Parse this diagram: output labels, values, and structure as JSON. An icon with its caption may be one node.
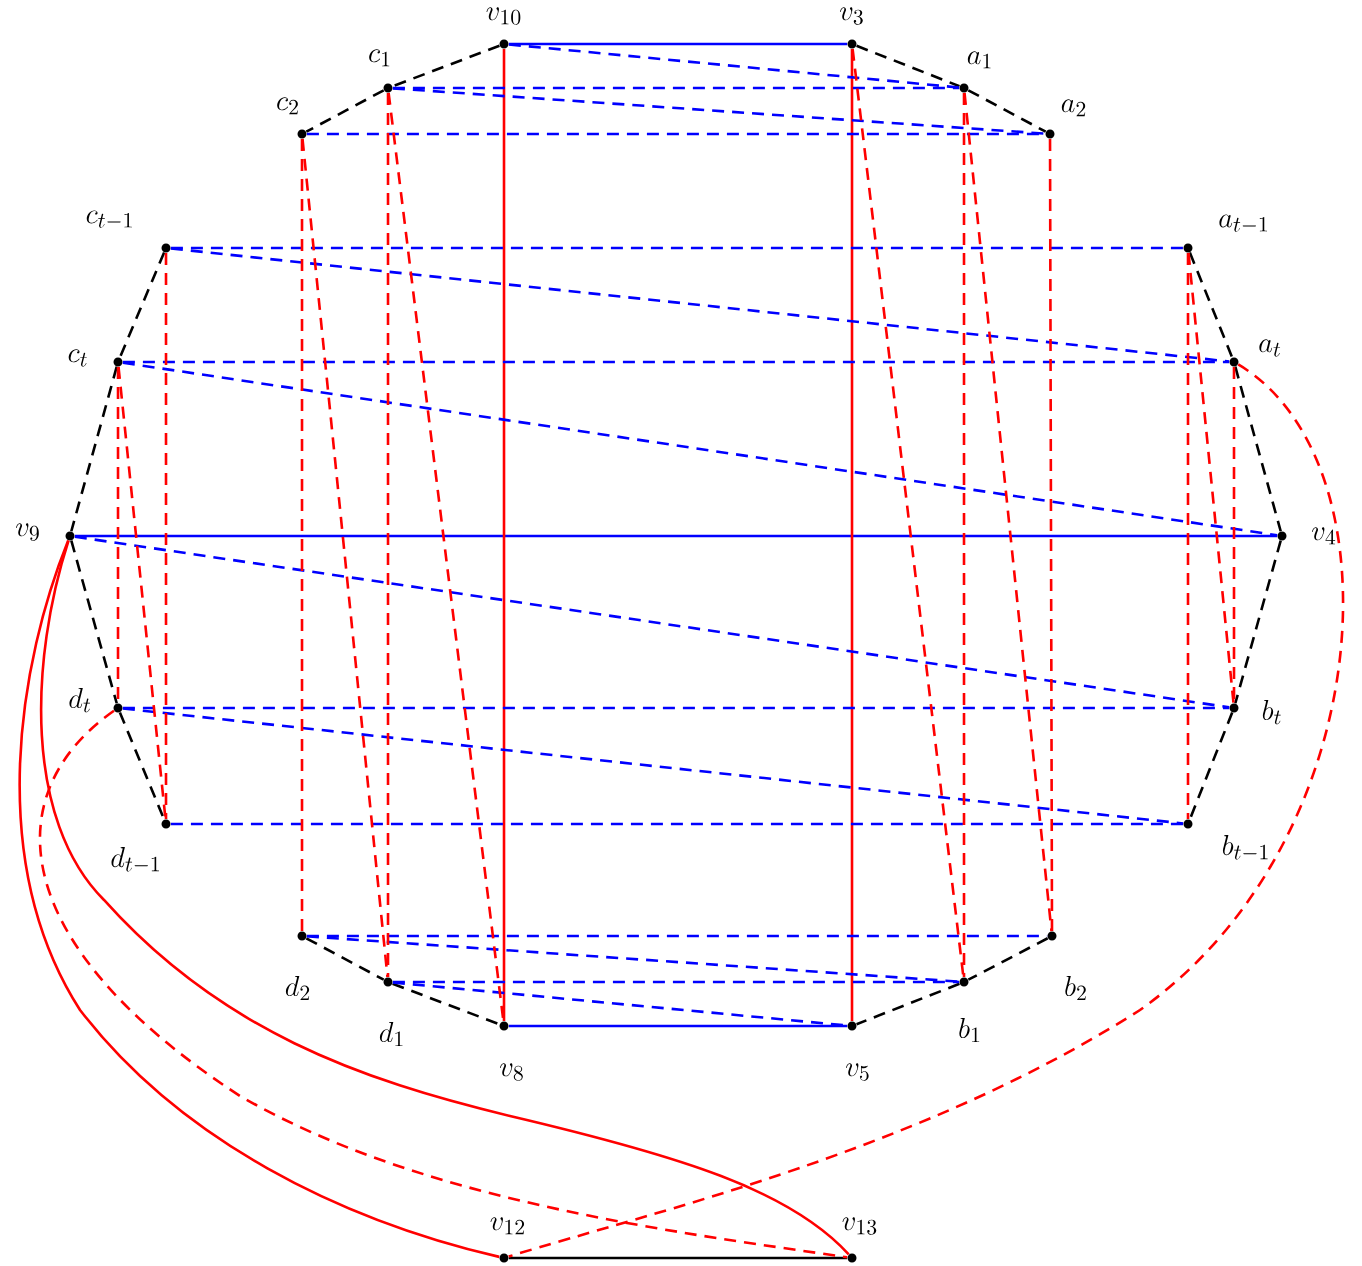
{
  "diagram": {
    "nodes": [
      {
        "text": [],
        "shape": "circle",
        "beside": [
          "v_{10}"
        ]
      },
      {
        "text": [],
        "shape": "circle",
        "beside": [
          "v_{3}"
        ]
      },
      {
        "text": [],
        "shape": "circle",
        "beside": [
          "c_{1}"
        ]
      },
      {
        "text": [],
        "shape": "circle",
        "beside": [
          "a_{1}"
        ]
      },
      {
        "text": [],
        "shape": "circle",
        "beside": [
          "c_{2}"
        ]
      },
      {
        "text": [],
        "shape": "circle",
        "beside": [
          "a_{2}"
        ]
      },
      {
        "text": [],
        "shape": "circle",
        "beside": [
          "c_{t-1}"
        ]
      },
      {
        "text": [],
        "shape": "circle",
        "beside": [
          "a_{t-1}"
        ]
      },
      {
        "text": [],
        "shape": "circle",
        "beside": [
          "c_{t}"
        ]
      },
      {
        "text": [],
        "shape": "circle",
        "beside": [
          "a_{t}"
        ]
      },
      {
        "text": [],
        "shape": "circle",
        "beside": [
          "v_{9}"
        ]
      },
      {
        "text": [],
        "shape": "circle",
        "beside": [
          "v_{4}"
        ]
      },
      {
        "text": [],
        "shape": "circle",
        "beside": [
          "d_{t}"
        ]
      },
      {
        "text": [],
        "shape": "circle",
        "beside": [
          "b_{t}"
        ]
      },
      {
        "text": [],
        "shape": "circle",
        "beside": [
          "d_{t-1}"
        ]
      },
      {
        "text": [],
        "shape": "circle",
        "beside": [
          "b_{t-1}"
        ]
      },
      {
        "text": [],
        "shape": "circle",
        "beside": [
          "d_{2}"
        ]
      },
      {
        "text": [],
        "shape": "circle",
        "beside": [
          "b_{2}"
        ]
      },
      {
        "text": [],
        "shape": "circle",
        "beside": [
          "d_{1}"
        ]
      },
      {
        "text": [],
        "shape": "circle",
        "beside": [
          "b_{1}"
        ]
      },
      {
        "text": [],
        "shape": "circle",
        "beside": [
          "v_{8}"
        ]
      },
      {
        "text": [],
        "shape": "circle",
        "beside": [
          "v_{5}"
        ]
      },
      {
        "text": [],
        "shape": "circle",
        "beside": [
          "v_{12}"
        ]
      },
      {
        "text": [],
        "shape": "circle",
        "beside": [
          "v_{13}"
        ]
      }
    ],
    "edges": [
      {
        "from": 0,
        "to": 2,
        "arrow": "none",
        "style": "dashed",
        "color": "#000000"
      },
      {
        "from": 2,
        "to": 4,
        "arrow": "none",
        "style": "dashed",
        "color": "#000000"
      },
      {
        "from": 6,
        "to": 8,
        "arrow": "none",
        "style": "dashed",
        "color": "#000000"
      },
      {
        "from": 8,
        "to": 10,
        "arrow": "none",
        "style": "dashed",
        "color": "#000000"
      },
      {
        "from": 10,
        "to": 12,
        "arrow": "none",
        "style": "dashed",
        "color": "#000000"
      },
      {
        "from": 12,
        "to": 14,
        "arrow": "none",
        "style": "dashed",
        "color": "#000000"
      },
      {
        "from": 16,
        "to": 18,
        "arrow": "none",
        "style": "dashed",
        "color": "#000000"
      },
      {
        "from": 18,
        "to": 20,
        "arrow": "none",
        "style": "dashed",
        "color": "#000000"
      },
      {
        "from": 1,
        "to": 3,
        "arrow": "none",
        "style": "dashed",
        "color": "#000000"
      },
      {
        "from": 3,
        "to": 5,
        "arrow": "none",
        "style": "dashed",
        "color": "#000000"
      },
      {
        "from": 7,
        "to": 9,
        "arrow": "none",
        "style": "dashed",
        "color": "#000000"
      },
      {
        "from": 9,
        "to": 11,
        "arrow": "none",
        "style": "dashed",
        "color": "#000000"
      },
      {
        "from": 11,
        "to": 13,
        "arrow": "none",
        "style": "dashed",
        "color": "#000000"
      },
      {
        "from": 13,
        "to": 15,
        "arrow": "none",
        "style": "dashed",
        "color": "#000000"
      },
      {
        "from": 17,
        "to": 19,
        "arrow": "none",
        "style": "dashed",
        "color": "#000000"
      },
      {
        "from": 19,
        "to": 21,
        "arrow": "none",
        "style": "dashed",
        "color": "#000000"
      },
      {
        "from": 22,
        "to": 23,
        "arrow": "none",
        "color": "#000000"
      },
      {
        "from": 0,
        "to": 1,
        "arrow": "none",
        "color": "#0000ff"
      },
      {
        "from": 10,
        "to": 11,
        "arrow": "none",
        "color": "#0000ff"
      },
      {
        "from": 20,
        "to": 21,
        "arrow": "none",
        "color": "#0000ff"
      },
      {
        "from": 0,
        "to": 20,
        "arrow": "none",
        "color": "#ff0000"
      },
      {
        "from": 1,
        "to": 21,
        "arrow": "none",
        "color": "#ff0000"
      },
      {
        "from": 10,
        "to": 22,
        "arrow": "none",
        "color": "#ff0000"
      },
      {
        "from": 10,
        "to": 23,
        "arrow": "none",
        "color": "#ff0000"
      },
      {
        "from": 2,
        "to": 3,
        "arrow": "none",
        "style": "dashed",
        "color": "#0000ff"
      },
      {
        "from": 4,
        "to": 5,
        "arrow": "none",
        "style": "dashed",
        "color": "#0000ff"
      },
      {
        "from": 6,
        "to": 7,
        "arrow": "none",
        "style": "dashed",
        "color": "#0000ff"
      },
      {
        "from": 8,
        "to": 9,
        "arrow": "none",
        "style": "dashed",
        "color": "#0000ff"
      },
      {
        "from": 12,
        "to": 13,
        "arrow": "none",
        "style": "dashed",
        "color": "#0000ff"
      },
      {
        "from": 14,
        "to": 15,
        "arrow": "none",
        "style": "dashed",
        "color": "#0000ff"
      },
      {
        "from": 16,
        "to": 17,
        "arrow": "none",
        "style": "dashed",
        "color": "#0000ff"
      },
      {
        "from": 18,
        "to": 19,
        "arrow": "none",
        "style": "dashed",
        "color": "#0000ff"
      },
      {
        "from": 0,
        "to": 3,
        "arrow": "none",
        "style": "dashed",
        "color": "#0000ff"
      },
      {
        "from": 2,
        "to": 5,
        "arrow": "none",
        "style": "dashed",
        "color": "#0000ff"
      },
      {
        "from": 6,
        "to": 9,
        "arrow": "none",
        "style": "dashed",
        "color": "#0000ff"
      },
      {
        "from": 8,
        "to": 11,
        "arrow": "none",
        "style": "dashed",
        "color": "#0000ff"
      },
      {
        "from": 10,
        "to": 13,
        "arrow": "none",
        "style": "dashed",
        "color": "#0000ff"
      },
      {
        "from": 12,
        "to": 15,
        "arrow": "none",
        "style": "dashed",
        "color": "#0000ff"
      },
      {
        "from": 16,
        "to": 19,
        "arrow": "none",
        "style": "dashed",
        "color": "#0000ff"
      },
      {
        "from": 18,
        "to": 21,
        "arrow": "none",
        "style": "dashed",
        "color": "#0000ff"
      },
      {
        "from": 2,
        "to": 18,
        "arrow": "none",
        "style": "dashed",
        "color": "#ff0000"
      },
      {
        "from": 4,
        "to": 16,
        "arrow": "none",
        "style": "dashed",
        "color": "#ff0000"
      },
      {
        "from": 6,
        "to": 14,
        "arrow": "none",
        "style": "dashed",
        "color": "#ff0000"
      },
      {
        "from": 8,
        "to": 12,
        "arrow": "none",
        "style": "dashed",
        "color": "#ff0000"
      },
      {
        "from": 3,
        "to": 19,
        "arrow": "none",
        "style": "dashed",
        "color": "#ff0000"
      },
      {
        "from": 5,
        "to": 17,
        "arrow": "none",
        "style": "dashed",
        "color": "#ff0000"
      },
      {
        "from": 7,
        "to": 15,
        "arrow": "none",
        "style": "dashed",
        "color": "#ff0000"
      },
      {
        "from": 9,
        "to": 13,
        "arrow": "none",
        "style": "dashed",
        "color": "#ff0000"
      },
      {
        "from": 2,
        "to": 20,
        "arrow": "none",
        "style": "dashed",
        "color": "#ff0000"
      },
      {
        "from": 4,
        "to": 18,
        "arrow": "none",
        "style": "dashed",
        "color": "#ff0000"
      },
      {
        "from": 8,
        "to": 14,
        "arrow": "none",
        "style": "dashed",
        "color": "#ff0000"
      },
      {
        "from": 1,
        "to": 19,
        "arrow": "none",
        "style": "dashed",
        "color": "#ff0000"
      },
      {
        "from": 3,
        "to": 17,
        "arrow": "none",
        "style": "dashed",
        "color": "#ff0000"
      },
      {
        "from": 7,
        "to": 13,
        "arrow": "none",
        "style": "dashed",
        "color": "#ff0000"
      },
      {
        "from": 12,
        "to": 23,
        "arrow": "none",
        "style": "dashed",
        "color": "#ff0000"
      },
      {
        "from": 9,
        "to": 22,
        "arrow": "none",
        "style": "dashed",
        "color": "#ff0000"
      }
    ]
  }
}
